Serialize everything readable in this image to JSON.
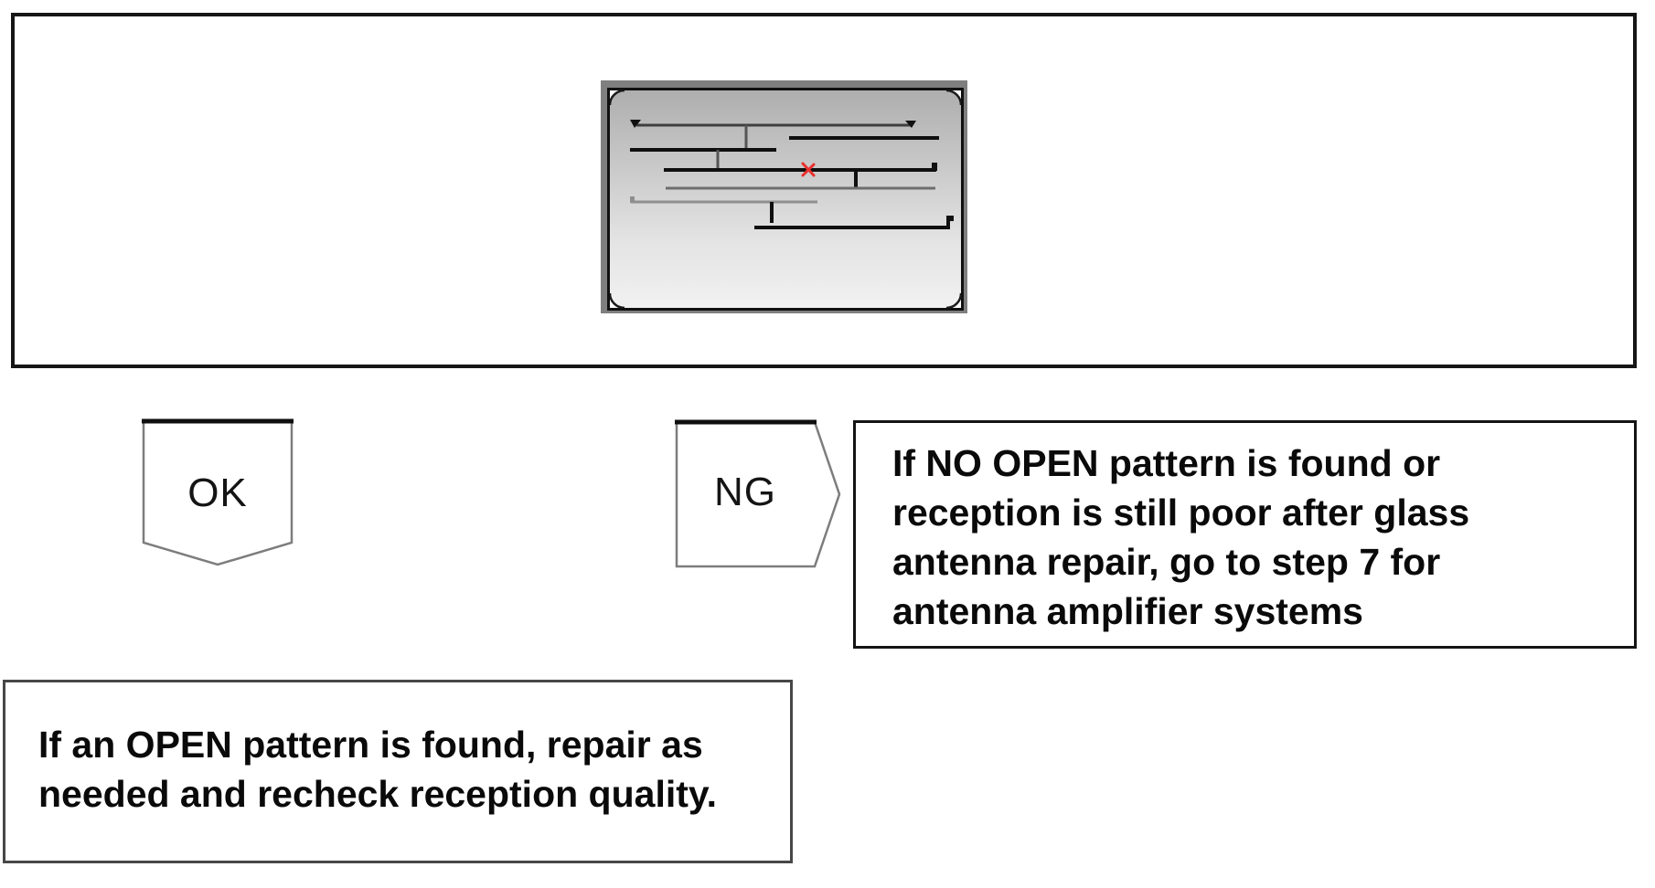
{
  "decision": {
    "ok": {
      "label": "OK",
      "note_lines": [
        "If an OPEN pattern is found, repair as",
        "needed and recheck reception quality."
      ]
    },
    "ng": {
      "label": "NG",
      "note_lines": [
        "If NO OPEN pattern is found or",
        "reception is still poor after glass",
        "antenna repair, go to step 7 for",
        "antenna amplifier systems"
      ]
    }
  },
  "illustration": {
    "name": "rear-window-glass-antenna-defogger-pattern",
    "open_mark_color": "#e8302e"
  },
  "colors": {
    "panel_border": "#161616",
    "ng_note_border": "#141414",
    "ok_note_border": "#474747",
    "antenna_line_black": "#0f0f0f",
    "antenna_line_gray": "#555555",
    "glass_gradient_top": "#aeaeae",
    "glass_gradient_bottom": "#f1f1f1",
    "glass_shadow": "#7f7f7f"
  }
}
